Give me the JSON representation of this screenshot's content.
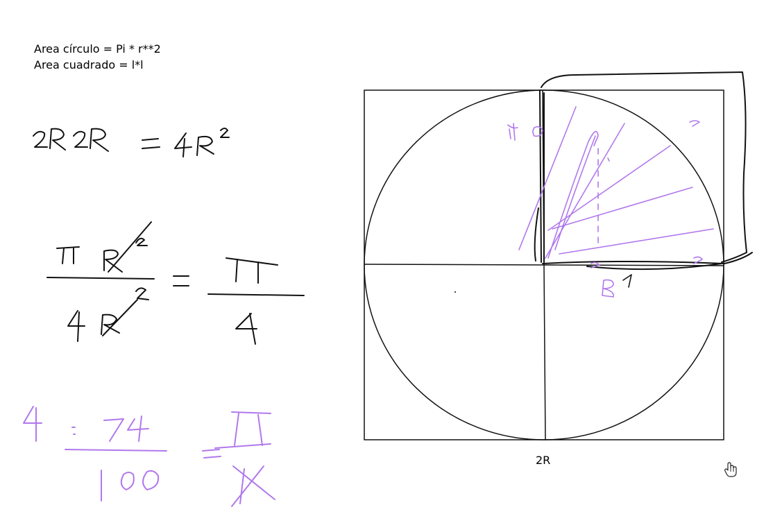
{
  "text": {
    "line1": "Area círculo = Pi * r**2",
    "line2": "Area cuadrado = l*l",
    "side_label": "2R"
  },
  "colors": {
    "ink": "#111111",
    "purple": "#b078ec",
    "background": "#ffffff"
  },
  "icons": {
    "cursor": "hand-pointer-icon"
  }
}
